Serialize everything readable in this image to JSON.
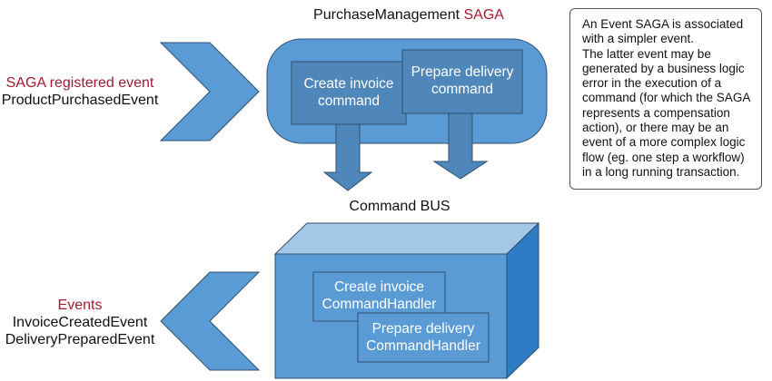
{
  "saga_title": {
    "name": "PurchaseManagement",
    "tag": "SAGA"
  },
  "input_event": {
    "heading": "SAGA registered event",
    "name": "ProductPurchasedEvent"
  },
  "saga_commands": [
    {
      "line1": "Create invoice",
      "line2": "command"
    },
    {
      "line1": "Prepare delivery",
      "line2": "command"
    }
  ],
  "command_bus_label": "Command BUS",
  "handlers": [
    {
      "line1": "Create invoice",
      "line2": "CommandHandler"
    },
    {
      "line1": "Prepare delivery",
      "line2": "CommandHandler"
    }
  ],
  "output_events": {
    "heading": "Events",
    "items": [
      "InvoiceCreatedEvent",
      "DeliveryPreparedEvent"
    ]
  },
  "note": {
    "lines": [
      "An Event SAGA is associated",
      "with a simpler event.",
      "The latter event may be",
      "generated by a business logic",
      "error in the execution of a",
      "command (for which the SAGA",
      "represents a compensation",
      "action), or there may be an",
      "event of a more complex logic",
      "flow (eg. one step a workflow)",
      "in a long running transaction."
    ]
  },
  "colors": {
    "shape_fill": "#5b9bd5",
    "inner_box_fill": "#4f87ba",
    "cube_top": "#a4c7e8",
    "cube_side": "#2e7cc4",
    "accent_red": "#a31b32",
    "outline": "#2f4f6f"
  }
}
